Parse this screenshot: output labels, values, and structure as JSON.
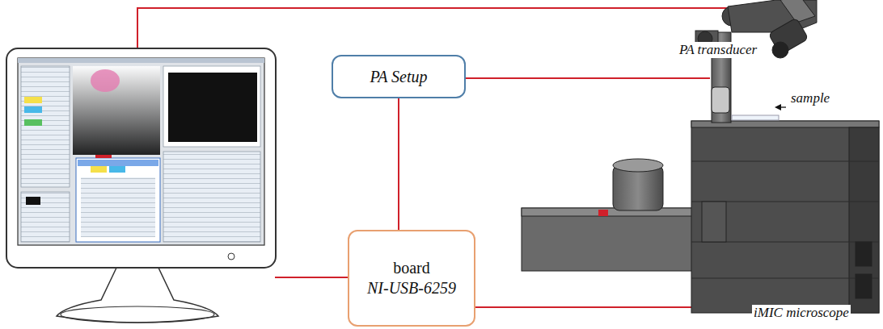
{
  "diagram": {
    "nodes": [
      {
        "text": [
          "PA Setup"
        ]
      },
      {
        "text": [
          "board",
          "NI-USB-6259"
        ]
      }
    ],
    "edges": [
      {
        "from": 0,
        "to": 1,
        "arrow": "none"
      }
    ],
    "labels": [
      "PA transducer",
      "sample",
      "iMIC microscope"
    ]
  }
}
